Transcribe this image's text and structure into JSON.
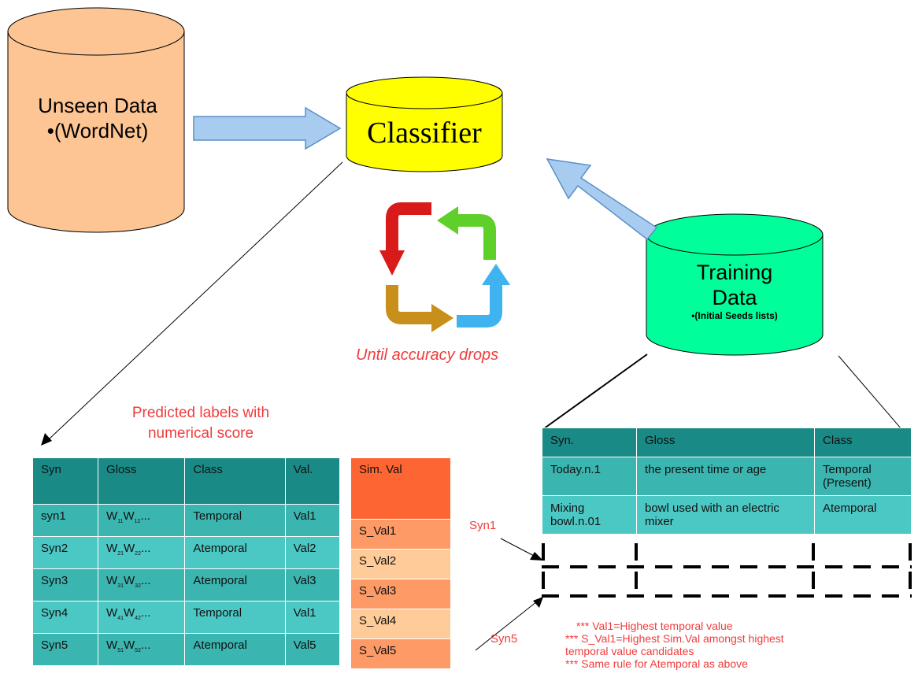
{
  "unseen": {
    "line1": "Unseen Data",
    "line2": "•(WordNet)"
  },
  "classifier": {
    "label": "Classifier"
  },
  "training": {
    "line1": "Training",
    "line2": "Data",
    "line3": "•(Initial Seeds lists)"
  },
  "loop_caption": "Until accuracy drops",
  "predicted_caption": {
    "line1": "Predicted labels with",
    "line2": "numerical score"
  },
  "pred_table": {
    "headers": [
      "Syn",
      "Gloss",
      "Class",
      "Val."
    ],
    "rows": [
      {
        "syn": "syn1",
        "w1": "W",
        "s1": "11",
        "w2": "W",
        "s2": "12",
        "dots": "...",
        "cls": "Temporal",
        "val": "Val1"
      },
      {
        "syn": "Syn2",
        "w1": "W",
        "s1": "21",
        "w2": "W",
        "s2": "22",
        "dots": "...",
        "cls": "Atemporal",
        "val": "Val2"
      },
      {
        "syn": "Syn3",
        "w1": "W",
        "s1": "31",
        "w2": "W",
        "s2": "32",
        "dots": "...",
        "cls": "Atemporal",
        "val": "Val3"
      },
      {
        "syn": "Syn4",
        "w1": "W",
        "s1": "41",
        "w2": "W",
        "s2": "42",
        "dots": "...",
        "cls": "Temporal",
        "val": "Val1"
      },
      {
        "syn": "Syn5",
        "w1": "W",
        "s1": "51",
        "w2": "W",
        "s2": "52",
        "dots": "...",
        "cls": "Atemporal",
        "val": "Val5"
      }
    ]
  },
  "sim_table": {
    "header": "Sim. Val",
    "rows": [
      "S_Val1",
      "S_Val2",
      "S_Val3",
      "S_Val4",
      "S_Val5"
    ]
  },
  "train_table": {
    "headers": [
      "Syn.",
      "Gloss",
      "Class"
    ],
    "rows": [
      {
        "syn": "Today.n.1",
        "gloss": "the present time or age",
        "cls1": "Temporal",
        "cls2": "(Present)"
      },
      {
        "syn": "Mixing bowl.n.01",
        "gloss": "bowl used with an electric mixer",
        "cls1": "Atemporal",
        "cls2": ""
      }
    ]
  },
  "labels": {
    "syn1": "Syn1",
    "syn5": "Syn5"
  },
  "notes": [
    "*** Val1=Highest temporal value",
    "*** S_Val1=Highest Sim.Val amongst highest",
    "temporal  value candidates",
    "*** Same rule for Atemporal as above"
  ],
  "colors": {
    "unseen": "#fdc593",
    "classifier": "#ffff00",
    "training": "#00ff9a",
    "arrow_fill": "#a8ccf0",
    "arrow_stroke": "#5a8fc8",
    "table_header": "#1a8a87",
    "table_row": "#3bb5b0",
    "sim_header": "#fd6633",
    "red_text": "#f03c3c"
  }
}
